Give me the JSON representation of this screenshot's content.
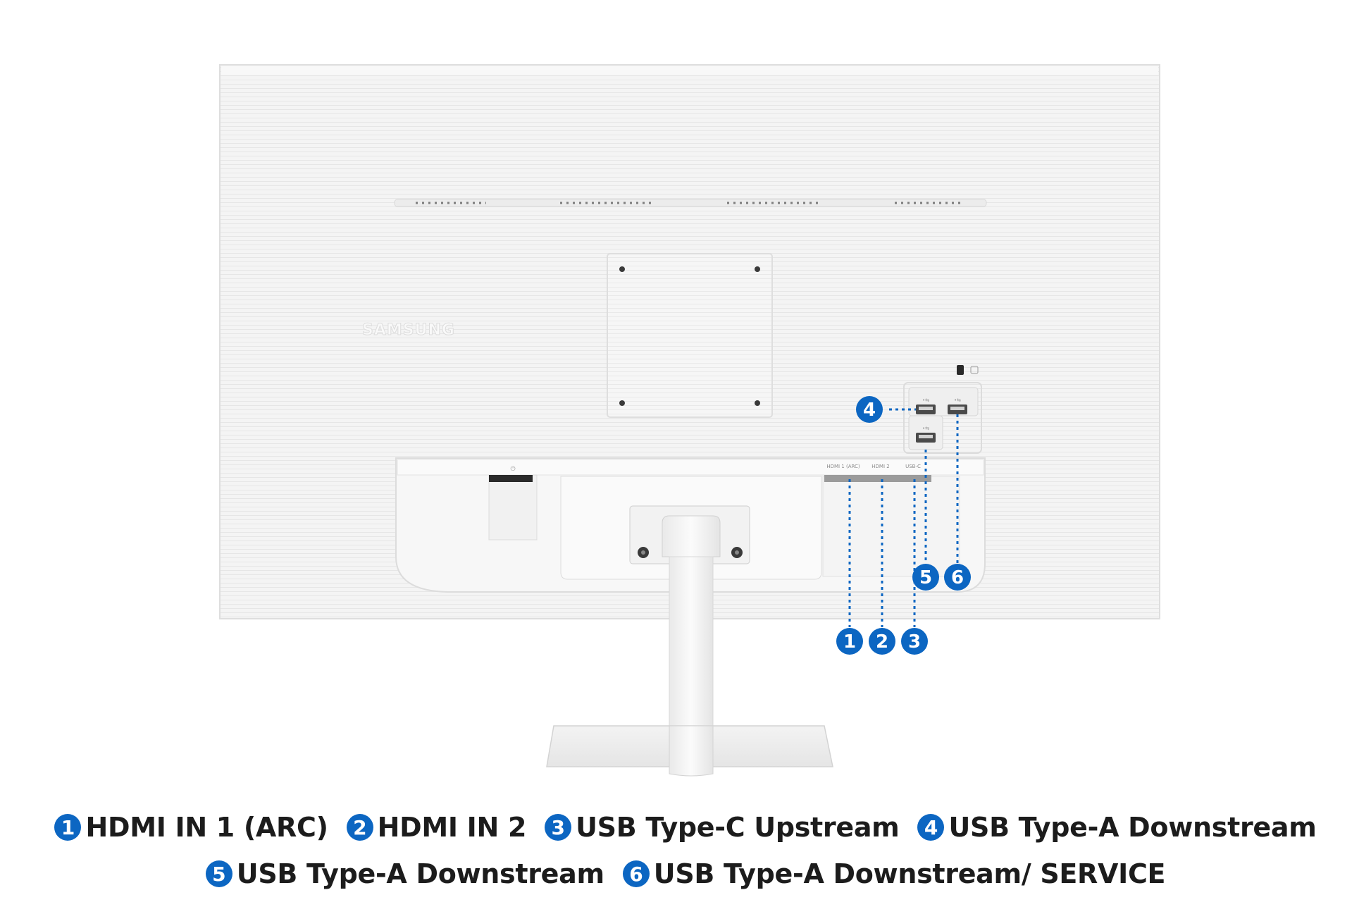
{
  "brand_mark": "SAMSUNG",
  "port_labels": {
    "hdmi1": "HDMI 1 (ARC)",
    "hdmi2": "HDMI 2",
    "usbc": "USB-C"
  },
  "callouts": [
    {
      "number": "1",
      "label": "HDMI IN 1 (ARC)"
    },
    {
      "number": "2",
      "label": "HDMI IN 2"
    },
    {
      "number": "3",
      "label": "USB Type-C Upstream"
    },
    {
      "number": "4",
      "label": "USB Type-A Downstream"
    },
    {
      "number": "5",
      "label": "USB Type-A Downstream"
    },
    {
      "number": "6",
      "label": "USB Type-A Downstream/ SERVICE"
    }
  ],
  "colors": {
    "callout_blue": "#0c66c2",
    "monitor_body": "#f3f3f3",
    "monitor_edge": "#e2e2e2",
    "stand": "#f5f5f5"
  }
}
